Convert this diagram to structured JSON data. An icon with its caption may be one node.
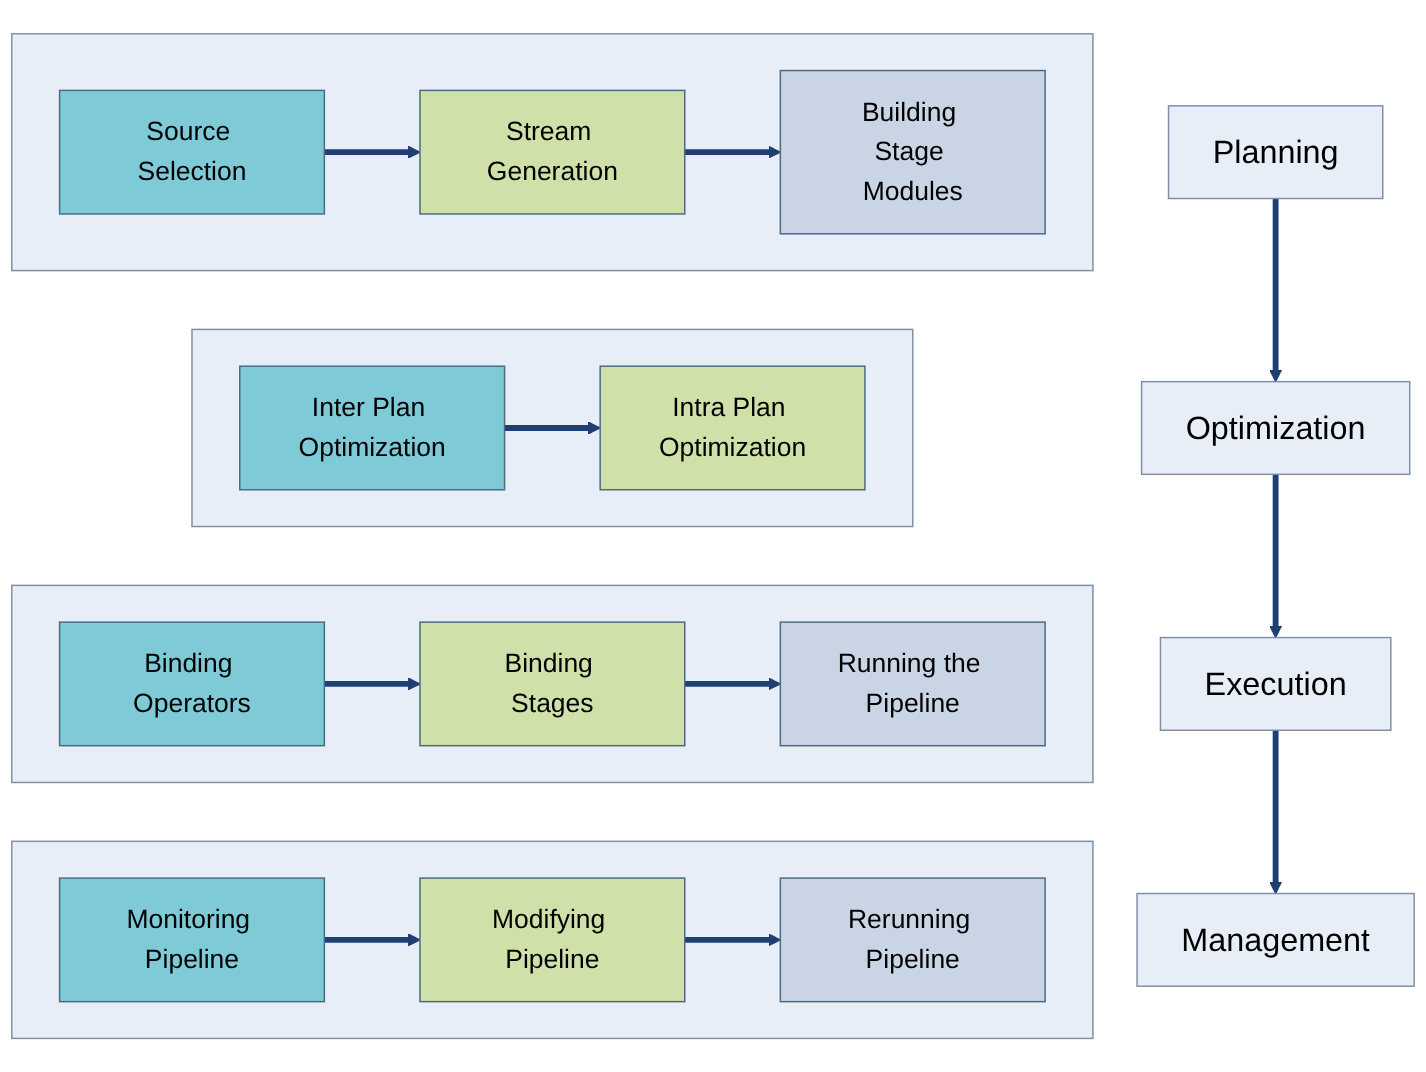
{
  "diagram": {
    "nodes": [
      {
        "text": [
          "Planning"
        ]
      },
      {
        "text": [],
        "shape": "box"
      },
      {
        "text": [
          "Source Selection"
        ],
        "in": 1
      },
      {
        "text": [
          "Stream Generation"
        ],
        "in": 1
      },
      {
        "text": [
          "Building Stage Modules"
        ],
        "in": 1
      },
      {
        "text": [
          "Optimization"
        ]
      },
      {
        "text": [],
        "shape": "box"
      },
      {
        "text": [
          "Inter Plan Optimization"
        ],
        "in": 6
      },
      {
        "text": [
          "Intra Plan Optimization"
        ],
        "in": 6
      },
      {
        "text": [
          "Execution"
        ]
      },
      {
        "text": [],
        "shape": "box"
      },
      {
        "text": [
          "Binding Operators"
        ],
        "in": 10
      },
      {
        "text": [
          "Binding Stages"
        ],
        "in": 10
      },
      {
        "text": [
          "Running the Pipeline"
        ],
        "in": 10
      },
      {
        "text": [
          "Management"
        ]
      },
      {
        "text": [],
        "shape": "box"
      },
      {
        "text": [
          "Monitoring Pipeline"
        ],
        "in": 15
      },
      {
        "text": [
          "Modifying Pipeline"
        ],
        "in": 15
      },
      {
        "text": [
          "Rerunning Pipeline"
        ],
        "in": 15
      }
    ],
    "edges": [
      {
        "from": 0,
        "to": 5,
        "arrow": "to"
      },
      {
        "from": 5,
        "to": 9,
        "arrow": "to"
      },
      {
        "from": 9,
        "to": 14,
        "arrow": "to"
      },
      {
        "from": 2,
        "to": 3,
        "arrow": "to"
      },
      {
        "from": 3,
        "to": 4,
        "arrow": "to"
      },
      {
        "from": 7,
        "to": 8,
        "arrow": "to"
      },
      {
        "from": 11,
        "to": 12,
        "arrow": "to"
      },
      {
        "from": 12,
        "to": 13,
        "arrow": "to"
      },
      {
        "from": 16,
        "to": 17,
        "arrow": "to"
      },
      {
        "from": 17,
        "to": 18,
        "arrow": "to"
      }
    ]
  }
}
